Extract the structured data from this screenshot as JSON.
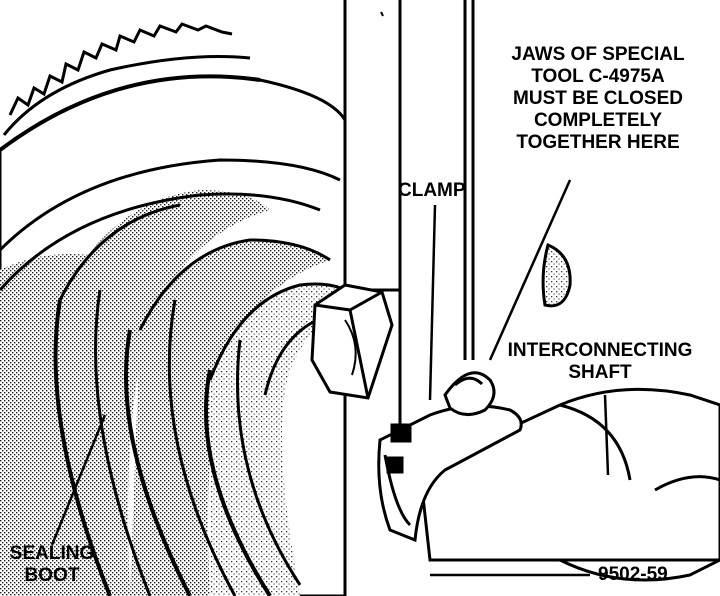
{
  "labels": {
    "jaws_note": [
      "JAWS OF SPECIAL",
      "TOOL C-4975A",
      "MUST BE CLOSED",
      "COMPLETELY",
      "TOGETHER HERE"
    ],
    "clamp": "CLAMP",
    "interconnecting_shaft": [
      "INTERCONNECTING",
      "SHAFT"
    ],
    "sealing_boot": [
      "SEALING",
      "BOOT"
    ],
    "figure_number": "9502-59"
  },
  "colors": {
    "ink": "#000000",
    "paper": "#ffffff",
    "stipple": "#bdbdbd"
  }
}
